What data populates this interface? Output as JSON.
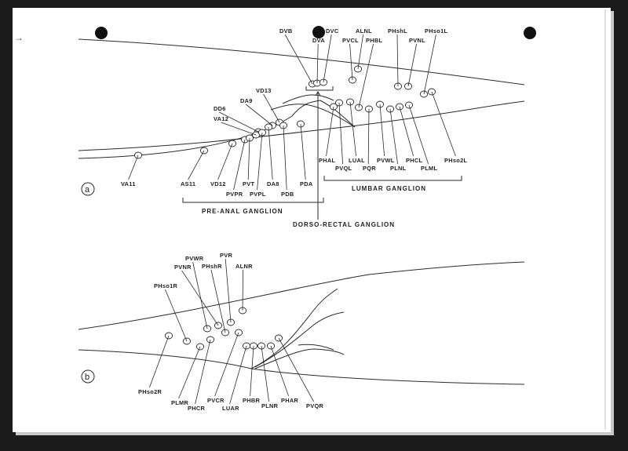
{
  "panel_a": {
    "letter": "a",
    "dorsal_labels": [
      "DVB",
      "DVA",
      "DVC",
      "ALNL",
      "PVCL",
      "PHBL",
      "PHshL",
      "PVNL",
      "PHso1L",
      "VD13",
      "DA9",
      "DD6",
      "VA12"
    ],
    "ventral_labels": [
      "VA11",
      "AS11",
      "VD12",
      "PVPR",
      "PVT",
      "PVPL",
      "DA8",
      "PDB",
      "PDA",
      "PHAL",
      "PVQL",
      "LUAL",
      "PQR",
      "PVWL",
      "PLNL",
      "PHCL",
      "PLML",
      "PHso2L"
    ],
    "group_labels": {
      "preanal": "PRE-ANAL GANGLION",
      "lumbar": "LUMBAR GANGLION",
      "dorsorectal": "DORSO-RECTAL GANGLION"
    }
  },
  "panel_b": {
    "letter": "b",
    "upper_labels": [
      "PVWR",
      "PVR",
      "PVNR",
      "PHshR",
      "ALNR",
      "PHso1R"
    ],
    "lower_labels": [
      "PHso2R",
      "PLMR",
      "PHCR",
      "PVCR",
      "LUAR",
      "PHBR",
      "PLNR",
      "PHAR",
      "PVQR"
    ]
  },
  "extra_marks": {
    "corner_glyph": "→"
  }
}
